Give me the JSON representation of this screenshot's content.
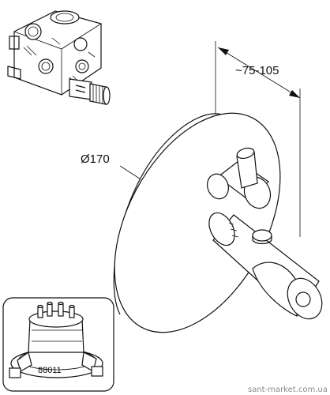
{
  "labels": {
    "depth_dimension": "~75-105",
    "diameter_dimension": "Ø170",
    "inset_part_number": "88011",
    "watermark": "sant-market.com.ua"
  },
  "colors": {
    "line": "#111111",
    "background": "#ffffff",
    "watermark": "#8a8a8a"
  },
  "icons": {
    "valve_body": "concealed-valve-body-illustration",
    "inset_part": "installation-part-illustration"
  }
}
